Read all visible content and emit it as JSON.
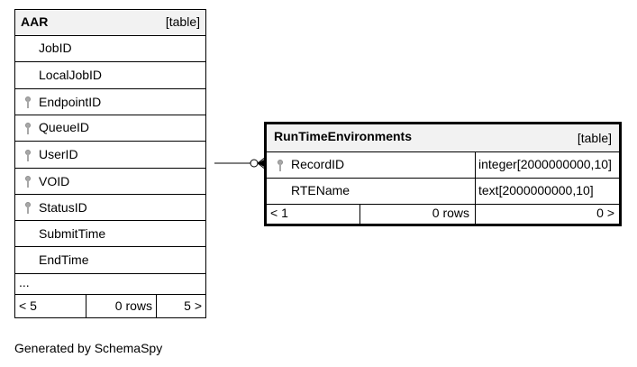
{
  "aar": {
    "name": "AAR",
    "tag": "[table]",
    "columns": [
      {
        "name": "JobID",
        "key": false
      },
      {
        "name": "LocalJobID",
        "key": false
      },
      {
        "name": "EndpointID",
        "key": true
      },
      {
        "name": "QueueID",
        "key": true
      },
      {
        "name": "UserID",
        "key": true
      },
      {
        "name": "VOID",
        "key": true
      },
      {
        "name": "StatusID",
        "key": true
      },
      {
        "name": "SubmitTime",
        "key": false
      },
      {
        "name": "EndTime",
        "key": false
      }
    ],
    "more": "...",
    "footer": {
      "left": "< 5",
      "middle": "0 rows",
      "right": "5 >"
    }
  },
  "rte": {
    "name": "RunTimeEnvironments",
    "tag": "[table]",
    "columns": [
      {
        "name": "RecordID",
        "type": "integer[2000000000,10]",
        "key": true
      },
      {
        "name": "RTEName",
        "type": "text[2000000000,10]",
        "key": false
      }
    ],
    "footer": {
      "left": "< 1",
      "middle": "0 rows",
      "right": "0 >"
    }
  },
  "generated_by": "Generated by SchemaSpy"
}
